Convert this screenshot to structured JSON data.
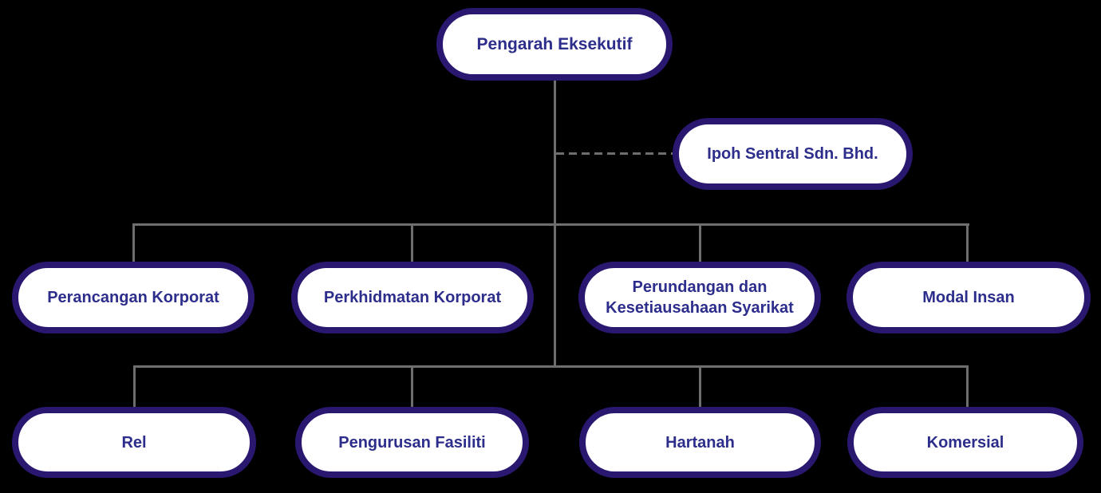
{
  "org_chart": {
    "root": {
      "label": "Pengarah Eksekutif"
    },
    "affiliate": {
      "label": "Ipoh Sentral Sdn. Bhd."
    },
    "level1": [
      {
        "label": "Perancangan Korporat"
      },
      {
        "label": "Perkhidmatan Korporat"
      },
      {
        "label": "Perundangan dan Kesetiausahaan Syarikat"
      },
      {
        "label": "Modal Insan"
      }
    ],
    "level2": [
      {
        "label": "Rel"
      },
      {
        "label": "Pengurusan Fasiliti"
      },
      {
        "label": "Hartanah"
      },
      {
        "label": "Komersial"
      }
    ]
  },
  "colors": {
    "background": "#000000",
    "node_fill": "#ffffff",
    "node_border": "#2a1770",
    "node_text": "#2d2d8c",
    "connector": "#6e6e6e"
  }
}
